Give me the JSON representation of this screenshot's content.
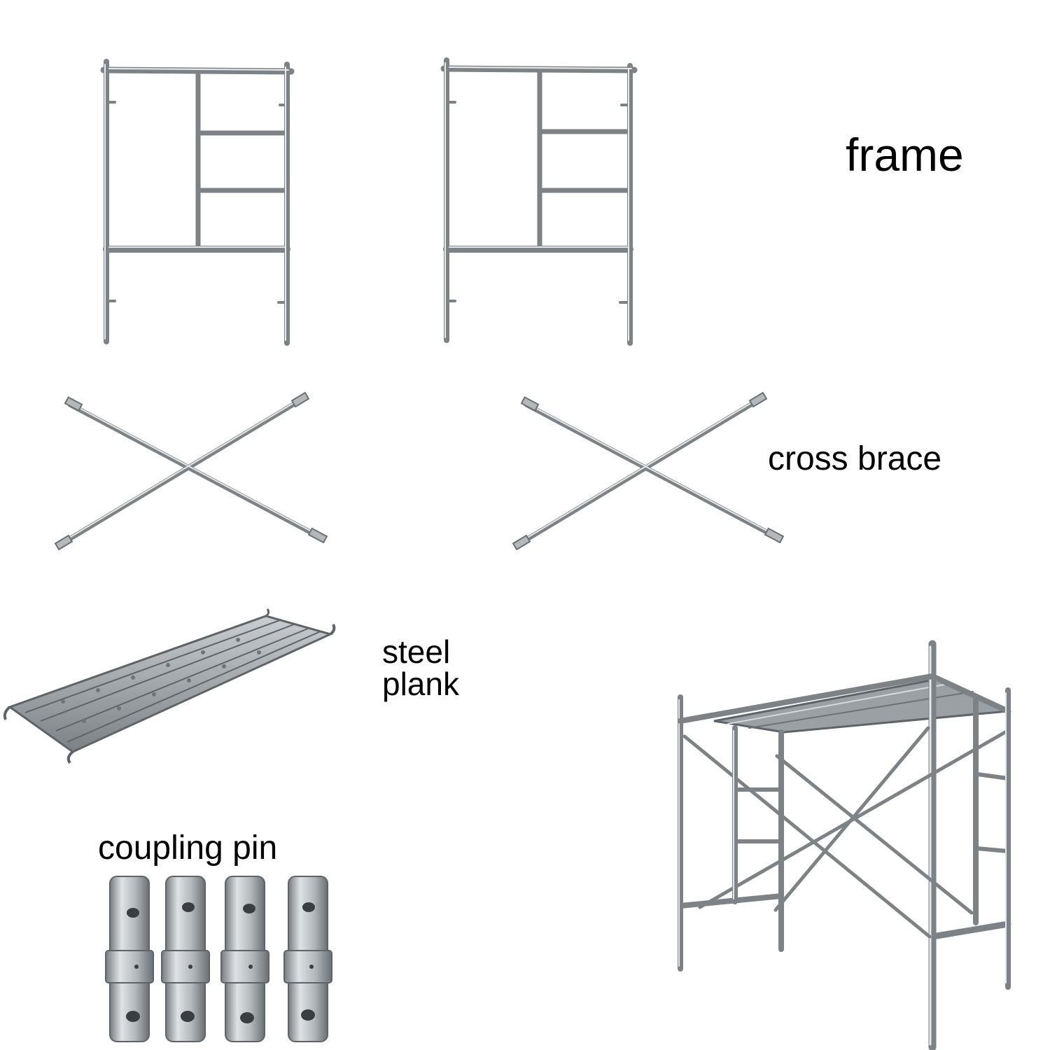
{
  "labels": {
    "frame": "frame",
    "cross_brace": "cross brace",
    "steel_plank_line1": "steel",
    "steel_plank_line2": "plank",
    "coupling_pin": "coupling pin"
  },
  "colors": {
    "background": "#ffffff",
    "text": "#000000",
    "steel_light": "#d9dde0",
    "steel_mid": "#a9aeb3",
    "steel_dark": "#5f6468"
  },
  "components": [
    "frame",
    "cross brace",
    "steel plank",
    "coupling pin",
    "assembled scaffold"
  ]
}
